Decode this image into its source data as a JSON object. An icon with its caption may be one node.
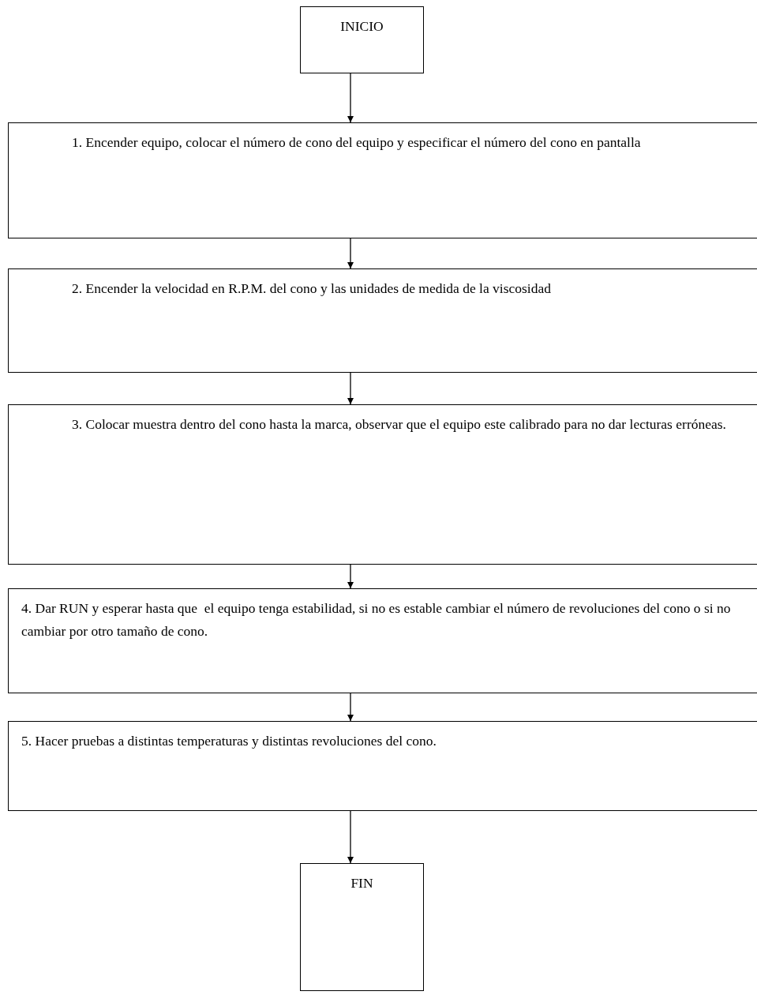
{
  "diagram": {
    "nodes": [
      {
        "text": [
          "INICIO"
        ]
      },
      {
        "text": [
          "1. Encender equipo, colocar el número de cono del equipo y especificar el número del cono en pantalla"
        ]
      },
      {
        "text": [
          "2. Encender la velocidad en R.P.M. del cono y las unidades de medida de la viscosidad"
        ]
      },
      {
        "text": [
          "3. Colocar muestra dentro del cono hasta la marca, observar que el equipo este calibrado para no dar lecturas erróneas."
        ]
      },
      {
        "text": [
          "4. Dar RUN y esperar hasta que  el equipo tenga estabilidad, si no es estable cambiar el número de revoluciones del cono o si no cambiar por otro tamaño de cono."
        ]
      },
      {
        "text": [
          "5. Hacer pruebas a distintas temperaturas y distintas revoluciones del cono."
        ]
      },
      {
        "text": [
          "FIN"
        ]
      }
    ],
    "edges": [
      {
        "from": 0,
        "to": 1,
        "arrow": "to"
      },
      {
        "from": 1,
        "to": 2,
        "arrow": "to"
      },
      {
        "from": 2,
        "to": 3,
        "arrow": "to"
      },
      {
        "from": 3,
        "to": 4,
        "arrow": "to"
      },
      {
        "from": 4,
        "to": 5,
        "arrow": "to"
      },
      {
        "from": 5,
        "to": 6,
        "arrow": "to"
      }
    ]
  }
}
